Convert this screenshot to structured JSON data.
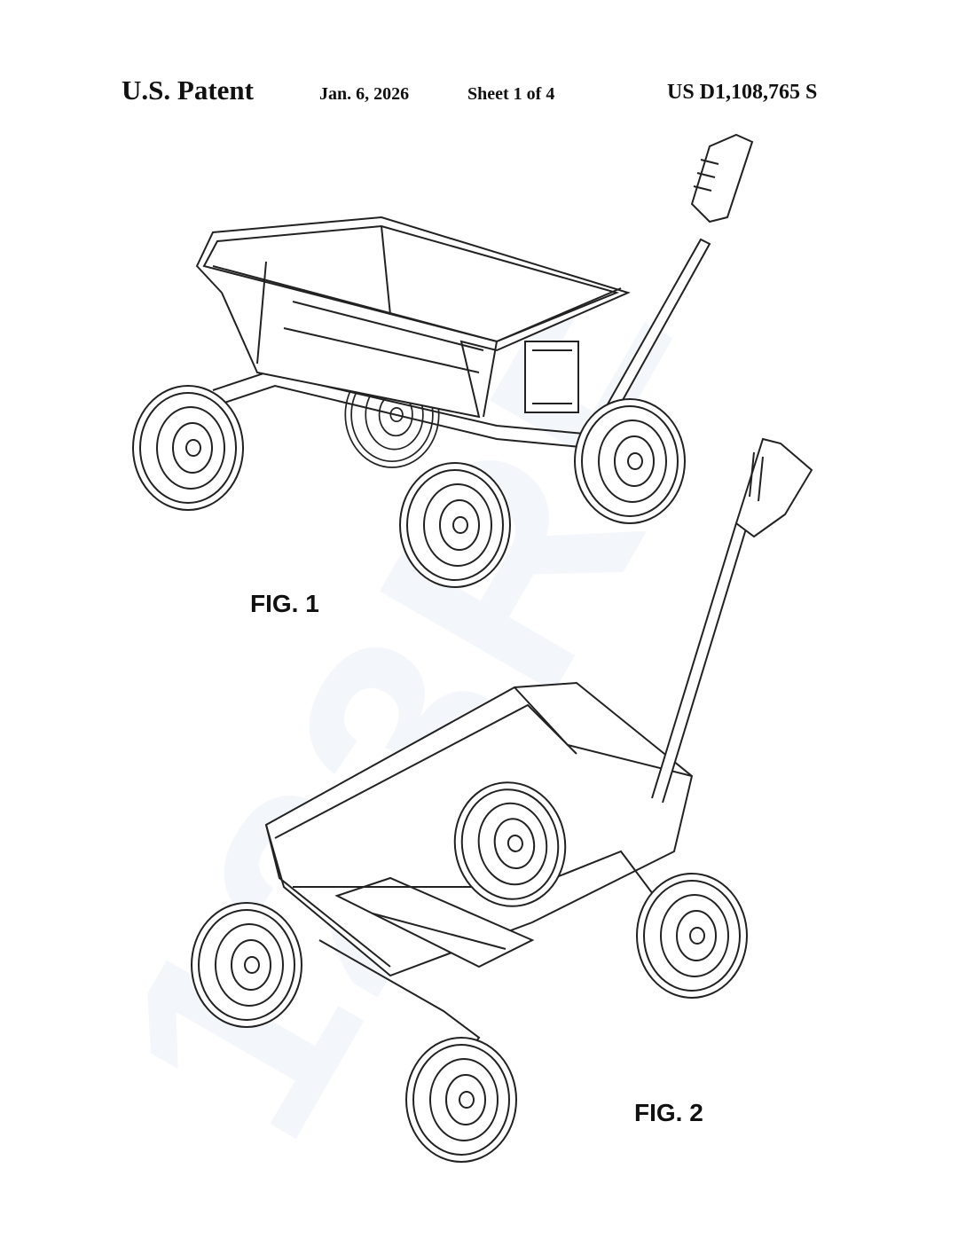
{
  "header": {
    "title": "U.S. Patent",
    "date": "Jan. 6, 2026",
    "sheet": "Sheet 1 of 4",
    "patent_number": "US D1,108,765 S"
  },
  "figures": [
    {
      "label": "FIG. 1"
    },
    {
      "label": "FIG. 2"
    }
  ],
  "watermark": "123RF"
}
